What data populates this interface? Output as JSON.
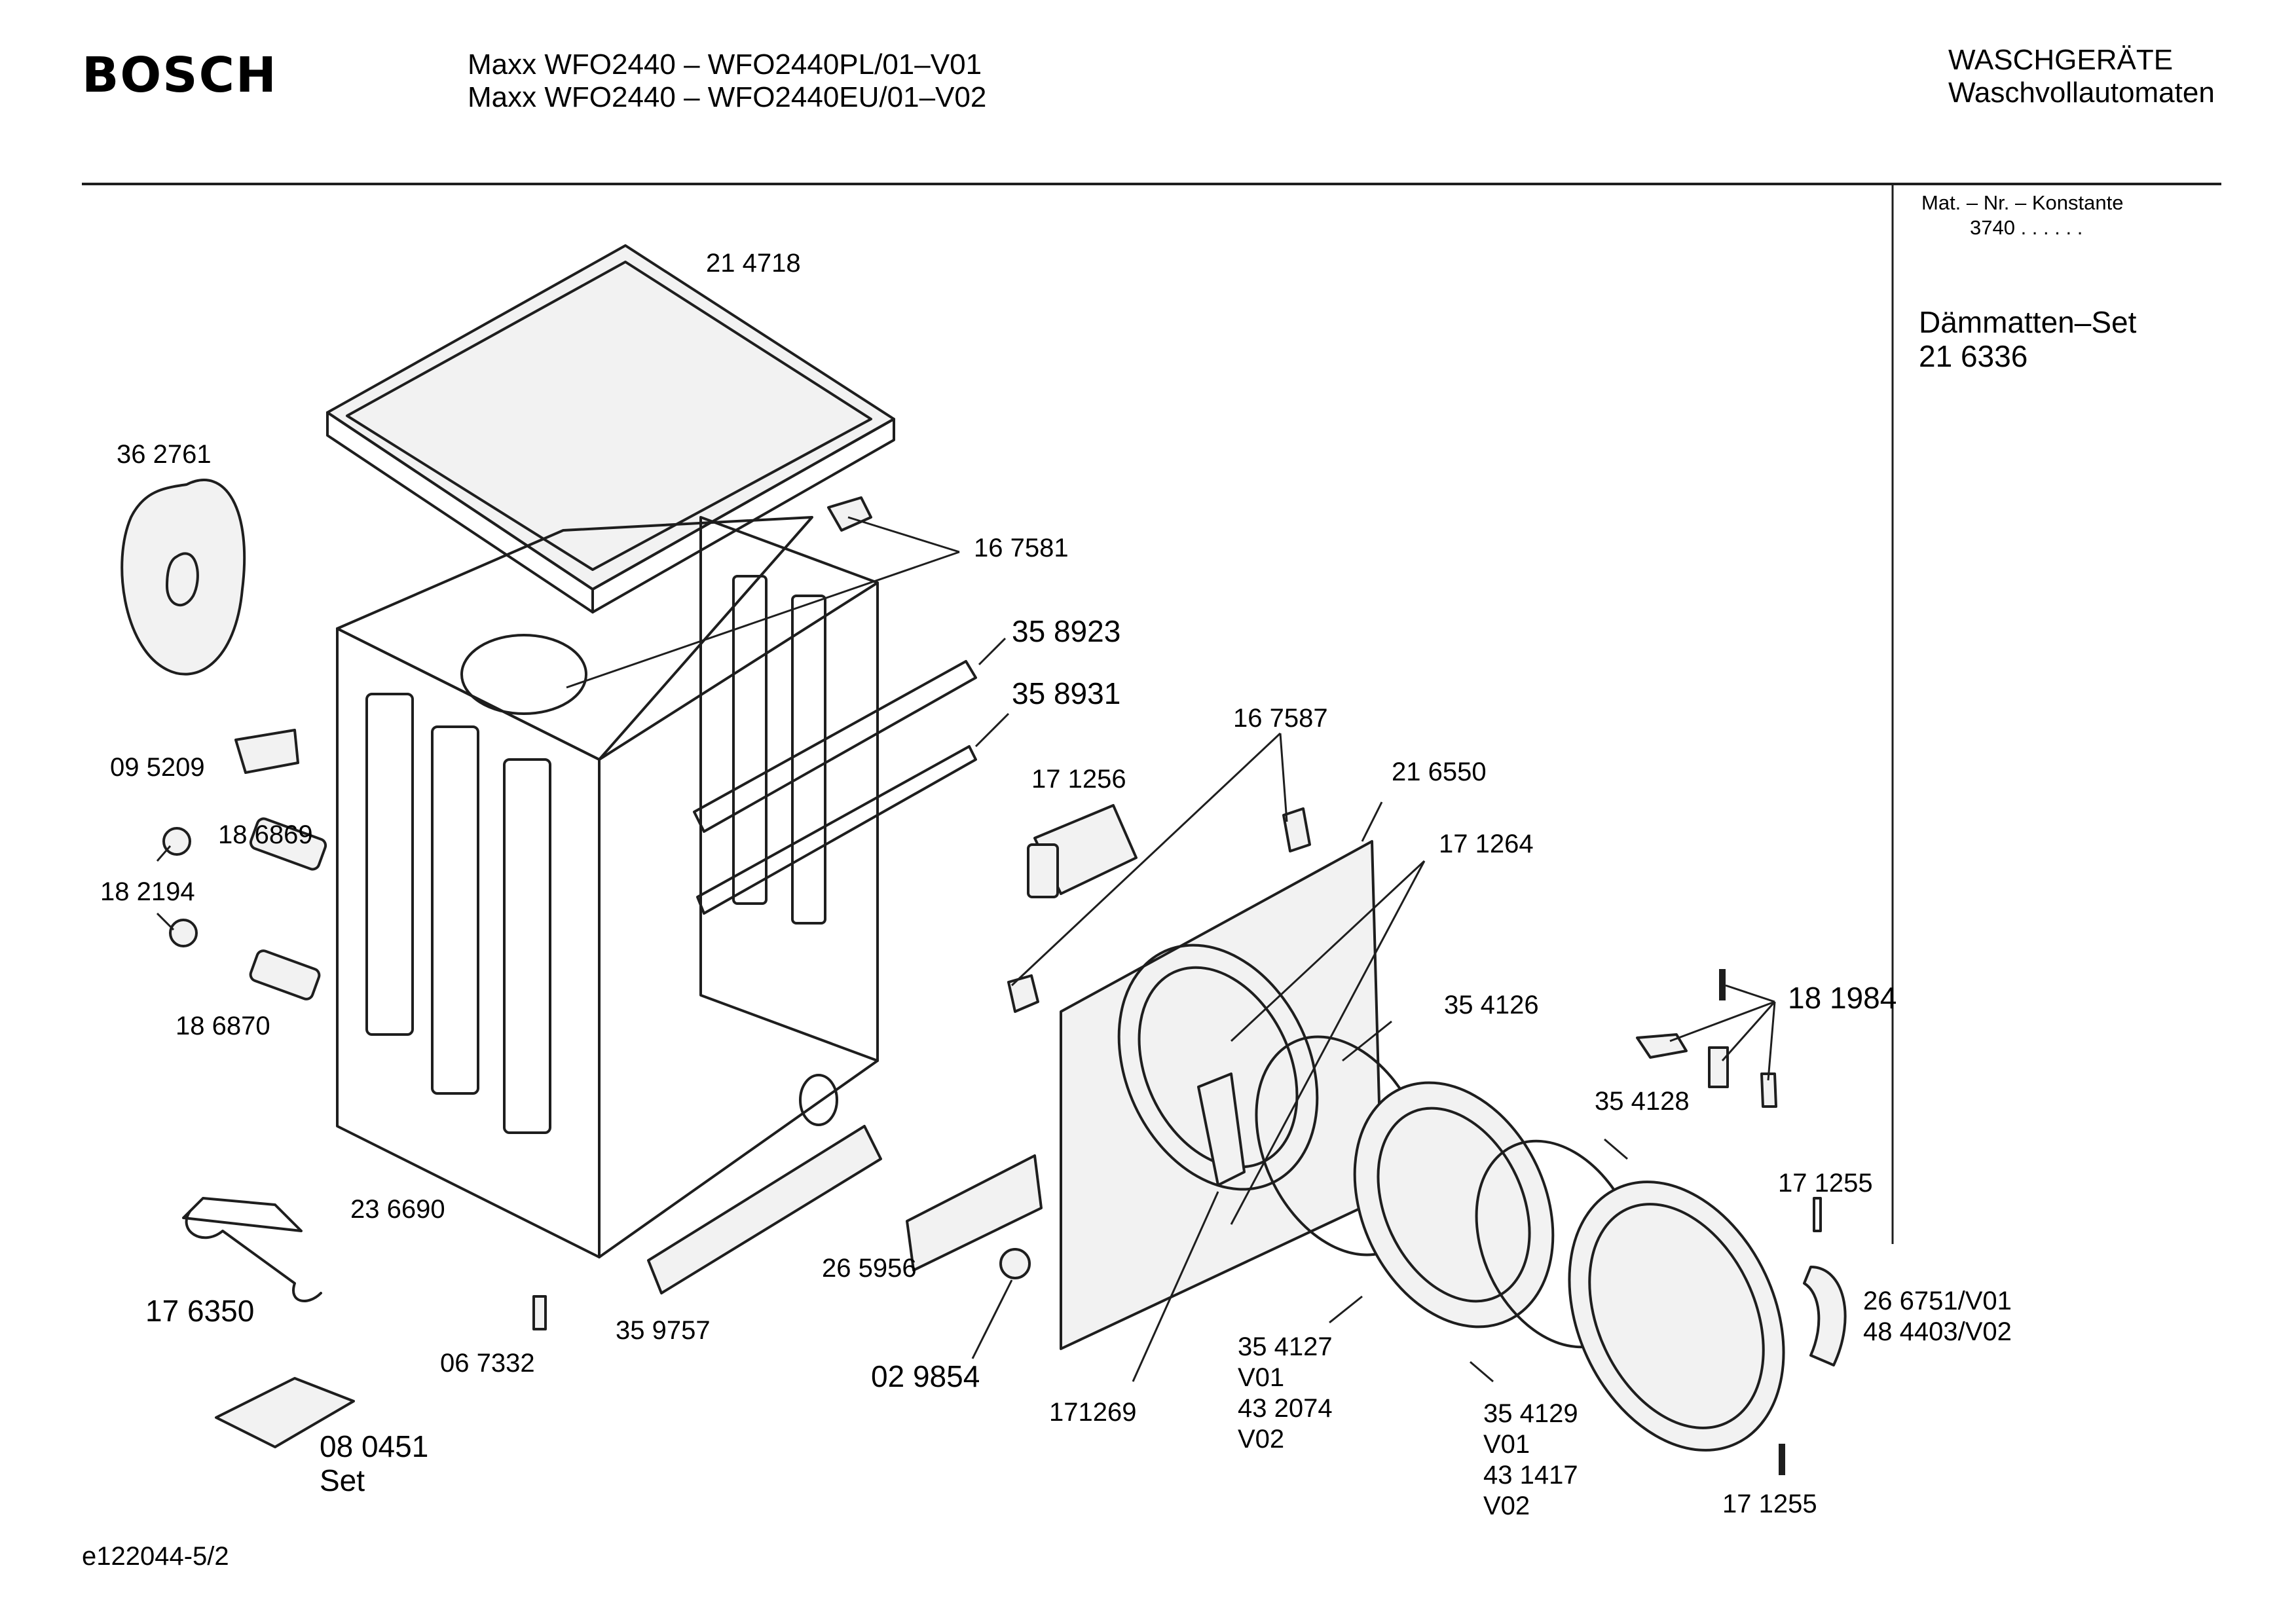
{
  "header": {
    "brand": "BOSCH",
    "model_line_1": "Maxx WFO2440 – WFO2440PL/01–V01",
    "model_line_2": "Maxx WFO2440 – WFO2440EU/01–V02",
    "category_1": "WASCHGERÄTE",
    "category_2": "Waschvollautomaten"
  },
  "sidebar": {
    "mat_nr_label": "Mat. – Nr. – Konstante",
    "mat_nr_value": "3740  .  .  .  .  .  .",
    "kit_name": "Dämmatten–Set",
    "kit_number": "21 6336"
  },
  "parts": {
    "p214718": "21 4718",
    "p362761": "36 2761",
    "p167581": "16 7581",
    "p358923": "35 8923",
    "p358931": "35 8931",
    "p095209": "09 5209",
    "p186869": "18 6869",
    "p182194": "18 2194",
    "p186870": "18 6870",
    "p171256": "17 1256",
    "p167587": "16 7587",
    "p216550": "21 6550",
    "p171264": "17 1264",
    "p354126": "35 4126",
    "p181984": "18 1984",
    "p354128": "35 4128",
    "p171255a": "17 1255",
    "p267751": "26 6751/V01",
    "p484403": "48 4403/V02",
    "p236690": "23 6690",
    "p176350": "17 6350",
    "p265956": "26 5956",
    "p359757": "35 9757",
    "p067332": "06 7332",
    "p029854": "02 9854",
    "p080451": "08 0451",
    "p080451_set": "Set",
    "p171269": "171269",
    "p354127": "35 4127",
    "p354127_v01": "V01",
    "p432074": "43 2074",
    "p432074_v02": "V02",
    "p354129": "35 4129",
    "p354129_v01": "V01",
    "p431417": "43 1417",
    "p431417_v02": "V02",
    "p171255b": "17 1255"
  },
  "footer": {
    "drawing_id": "e122044-5/2"
  }
}
